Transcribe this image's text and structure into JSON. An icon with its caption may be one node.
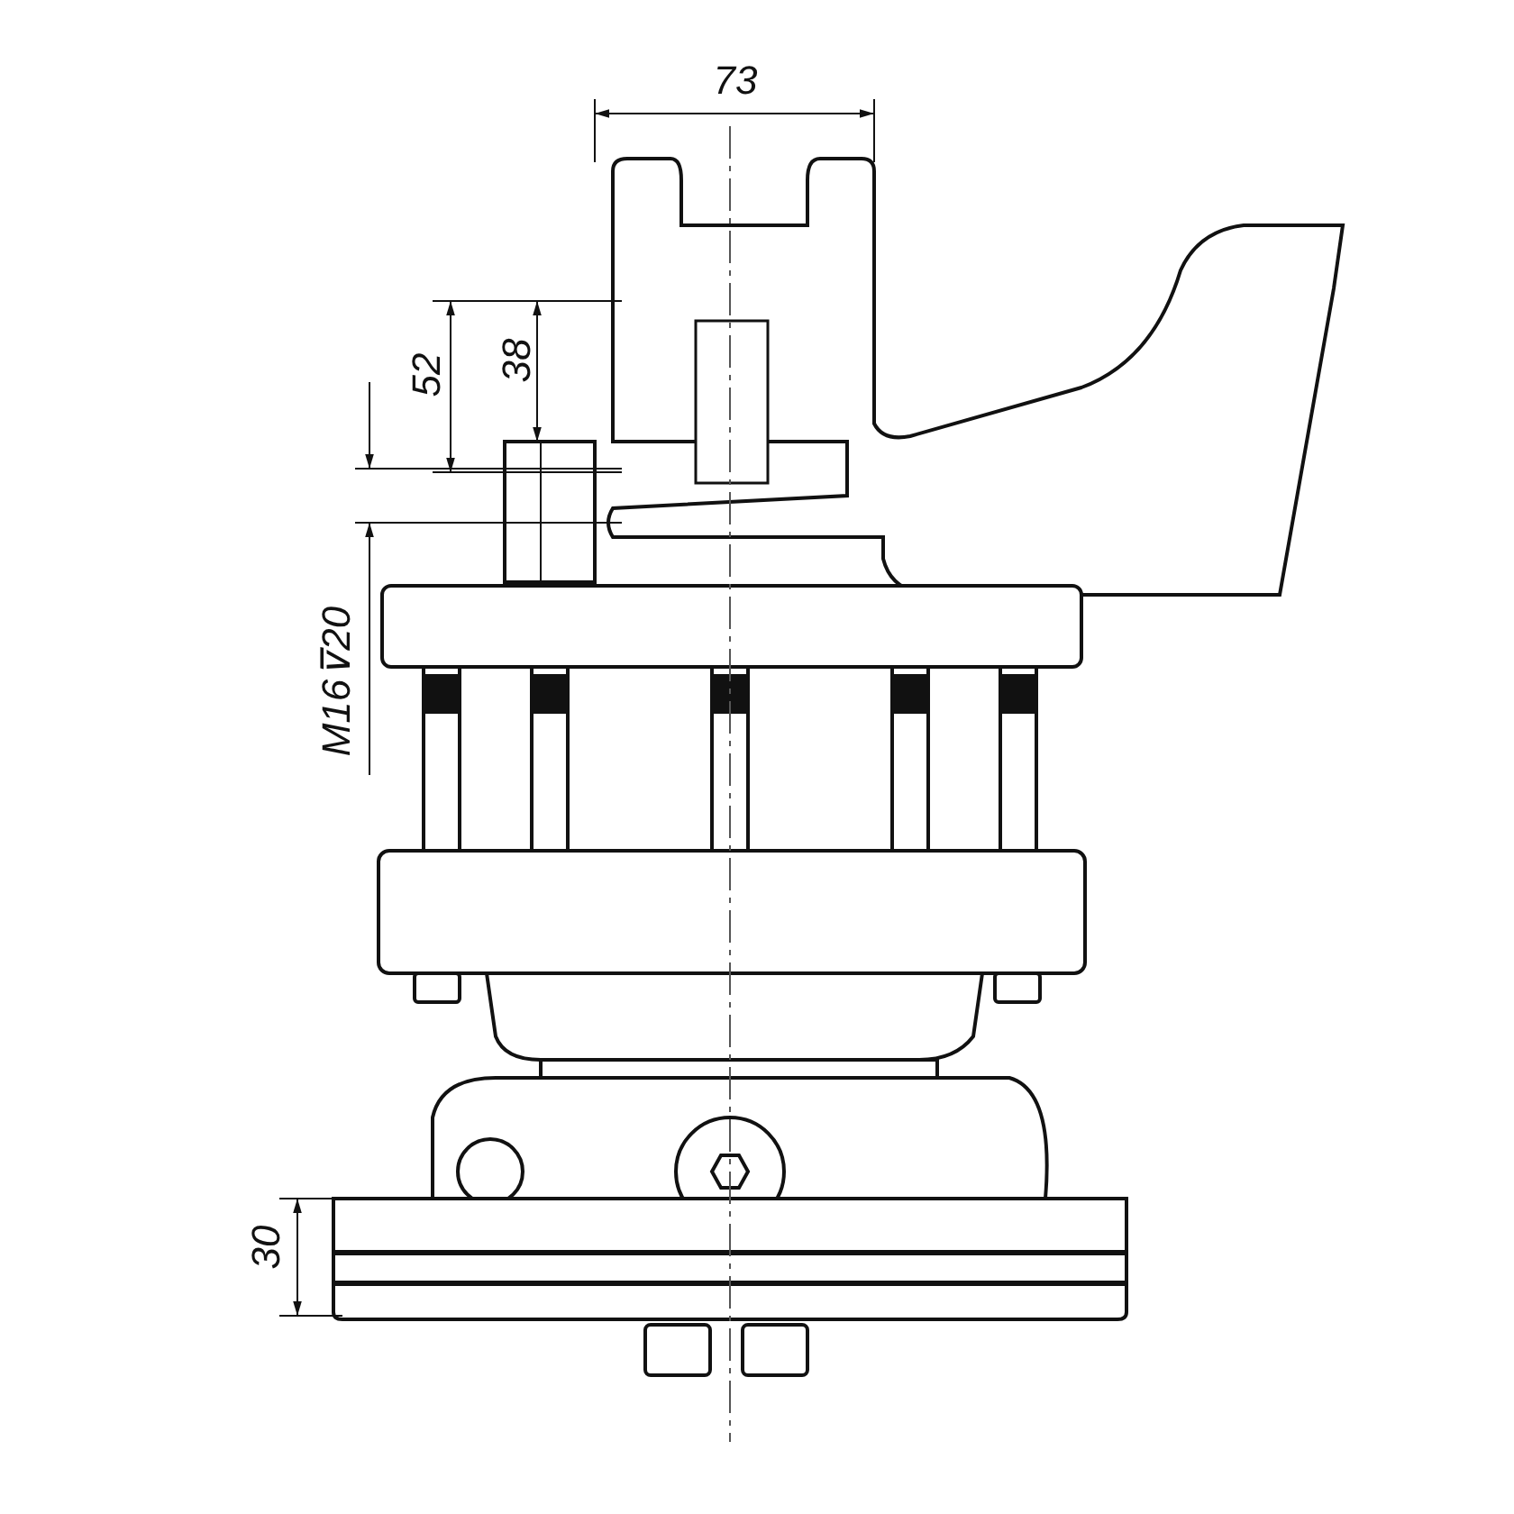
{
  "diagram": {
    "labels": [
      "73",
      "52",
      "38",
      "M16⊽20",
      "30"
    ]
  }
}
